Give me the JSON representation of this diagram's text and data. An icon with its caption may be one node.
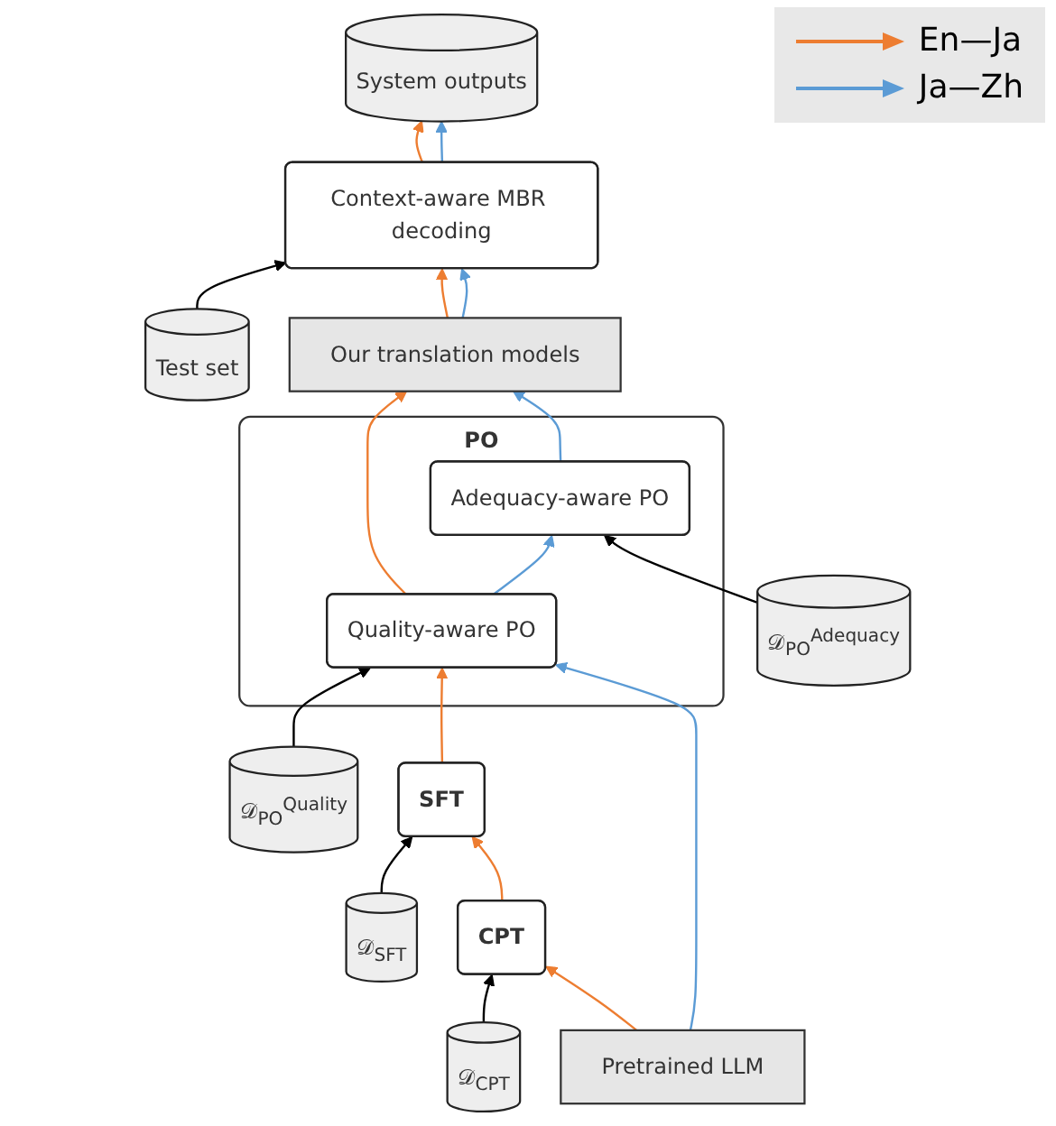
{
  "diagram": {
    "nodes": [
      {
        "text": [
          "System outputs"
        ]
      },
      {
        "text": [
          "Context-aware MBR decoding"
        ]
      },
      {
        "text": [
          "Test set"
        ]
      },
      {
        "text": [
          "Our translation models"
        ]
      },
      {
        "text": [
          "PO"
        ]
      },
      {
        "text": [
          "Adequacy-aware PO"
        ],
        "in": 4
      },
      {
        "text": [
          "Quality-aware PO"
        ],
        "in": 4
      },
      {
        "text": [
          "𝒟$_{PO}$$^{Adequacy}$"
        ]
      },
      {
        "text": [
          "𝒟$_{PO}$$^{Quality}$"
        ]
      },
      {
        "text": [
          "SFT"
        ]
      },
      {
        "text": [
          "𝒟$_{SFT}$"
        ]
      },
      {
        "text": [
          "CPT"
        ]
      },
      {
        "text": [
          "𝒟$_{CPT}$"
        ]
      },
      {
        "text": [
          "Pretrained LLM"
        ]
      }
    ],
    "edges": [
      {
        "from": 13,
        "to": 11,
        "arrow": "to"
      },
      {
        "from": 11,
        "to": 9,
        "arrow": "to"
      },
      {
        "from": 9,
        "to": 6,
        "arrow": "to"
      },
      {
        "from": 6,
        "to": 3,
        "arrow": "to"
      },
      {
        "from": 3,
        "to": 1,
        "arrow": "to"
      },
      {
        "from": 1,
        "to": 0,
        "arrow": "to"
      },
      {
        "from": 13,
        "to": 6,
        "arrow": "to",
        "color": "#5b9bd5"
      },
      {
        "from": 6,
        "to": 5,
        "arrow": "to",
        "color": "#5b9bd5"
      },
      {
        "from": 5,
        "to": 3,
        "arrow": "to",
        "color": "#5b9bd5"
      },
      {
        "from": 3,
        "to": 1,
        "arrow": "to",
        "color": "#5b9bd5"
      },
      {
        "from": 1,
        "to": 0,
        "arrow": "to",
        "color": "#5b9bd5"
      },
      {
        "from": 2,
        "to": 1,
        "arrow": "to",
        "color": "#000000"
      },
      {
        "from": 7,
        "to": 5,
        "arrow": "to",
        "color": "#000000"
      },
      {
        "from": 8,
        "to": 6,
        "arrow": "to",
        "color": "#000000"
      },
      {
        "from": 10,
        "to": 9,
        "arrow": "to",
        "color": "#000000"
      },
      {
        "from": 12,
        "to": 11,
        "arrow": "to",
        "color": "#000000"
      }
    ],
    "legend": [
      {
        "text": "En—Ja"
      },
      {
        "text": "Ja—Zh"
      }
    ]
  }
}
